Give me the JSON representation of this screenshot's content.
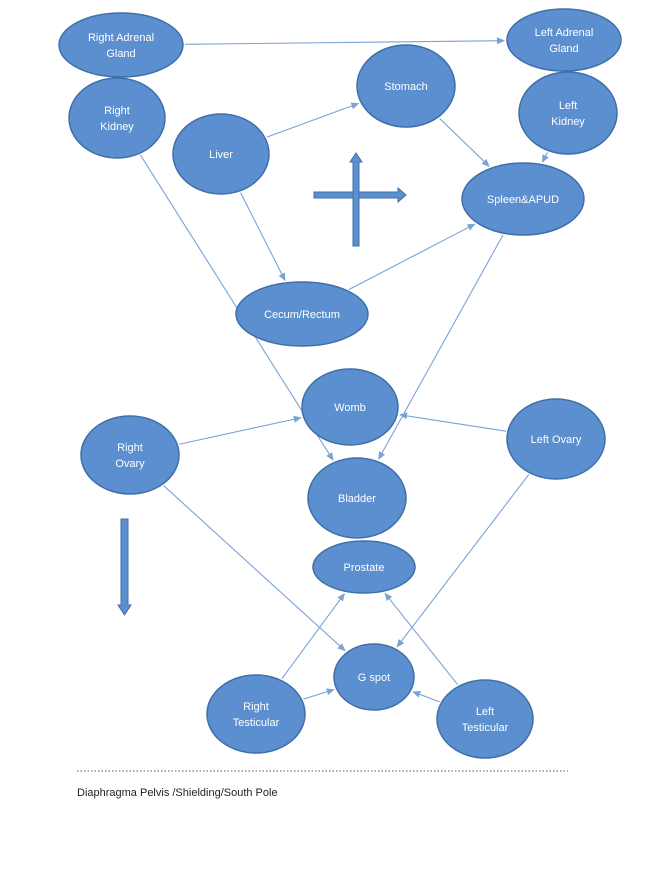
{
  "nodes": [
    {
      "id": "right-adrenal-gland",
      "lines": [
        "Right Adrenal",
        "Gland"
      ]
    },
    {
      "id": "left-adrenal-gland",
      "lines": [
        "Left Adrenal",
        "Gland"
      ]
    },
    {
      "id": "right-kidney",
      "lines": [
        "Right",
        "Kidney"
      ]
    },
    {
      "id": "stomach",
      "lines": [
        "Stomach"
      ]
    },
    {
      "id": "left-kidney",
      "lines": [
        "Left",
        "Kidney"
      ]
    },
    {
      "id": "liver",
      "lines": [
        "Liver"
      ]
    },
    {
      "id": "spleen-apud",
      "lines": [
        "Spleen&APUD"
      ]
    },
    {
      "id": "cecum-rectum",
      "lines": [
        "Cecum/Rectum"
      ]
    },
    {
      "id": "womb",
      "lines": [
        "Womb"
      ]
    },
    {
      "id": "right-ovary",
      "lines": [
        "Right",
        "Ovary"
      ]
    },
    {
      "id": "left-ovary",
      "lines": [
        "Left Ovary"
      ]
    },
    {
      "id": "bladder",
      "lines": [
        "Bladder"
      ]
    },
    {
      "id": "prostate",
      "lines": [
        "Prostate"
      ]
    },
    {
      "id": "g-spot",
      "lines": [
        "G spot"
      ]
    },
    {
      "id": "right-testicular",
      "lines": [
        "Right",
        "Testicular"
      ]
    },
    {
      "id": "left-testicular",
      "lines": [
        "Left",
        "Testicular"
      ]
    }
  ],
  "edges": [
    {
      "from": "right-adrenal-gland",
      "to": "left-adrenal-gland"
    },
    {
      "from": "liver",
      "to": "stomach"
    },
    {
      "from": "stomach",
      "to": "spleen-apud"
    },
    {
      "from": "left-kidney",
      "to": "spleen-apud"
    },
    {
      "from": "liver",
      "to": "cecum-rectum"
    },
    {
      "from": "cecum-rectum",
      "to": "spleen-apud"
    },
    {
      "from": "right-kidney",
      "to": "bladder"
    },
    {
      "from": "spleen-apud",
      "to": "bladder"
    },
    {
      "from": "right-ovary",
      "to": "womb"
    },
    {
      "from": "left-ovary",
      "to": "womb"
    },
    {
      "from": "right-ovary",
      "to": "g-spot"
    },
    {
      "from": "left-ovary",
      "to": "g-spot"
    },
    {
      "from": "right-testicular",
      "to": "prostate"
    },
    {
      "from": "left-testicular",
      "to": "prostate"
    },
    {
      "from": "right-testicular",
      "to": "g-spot"
    },
    {
      "from": "left-testicular",
      "to": "g-spot"
    }
  ],
  "footer": {
    "text": "Diaphragma Pelvis /Shielding/South Pole"
  },
  "colors": {
    "node_fill": "#5b8fcf",
    "node_stroke": "#3f6fa8",
    "edge": "#7aa3d6"
  }
}
